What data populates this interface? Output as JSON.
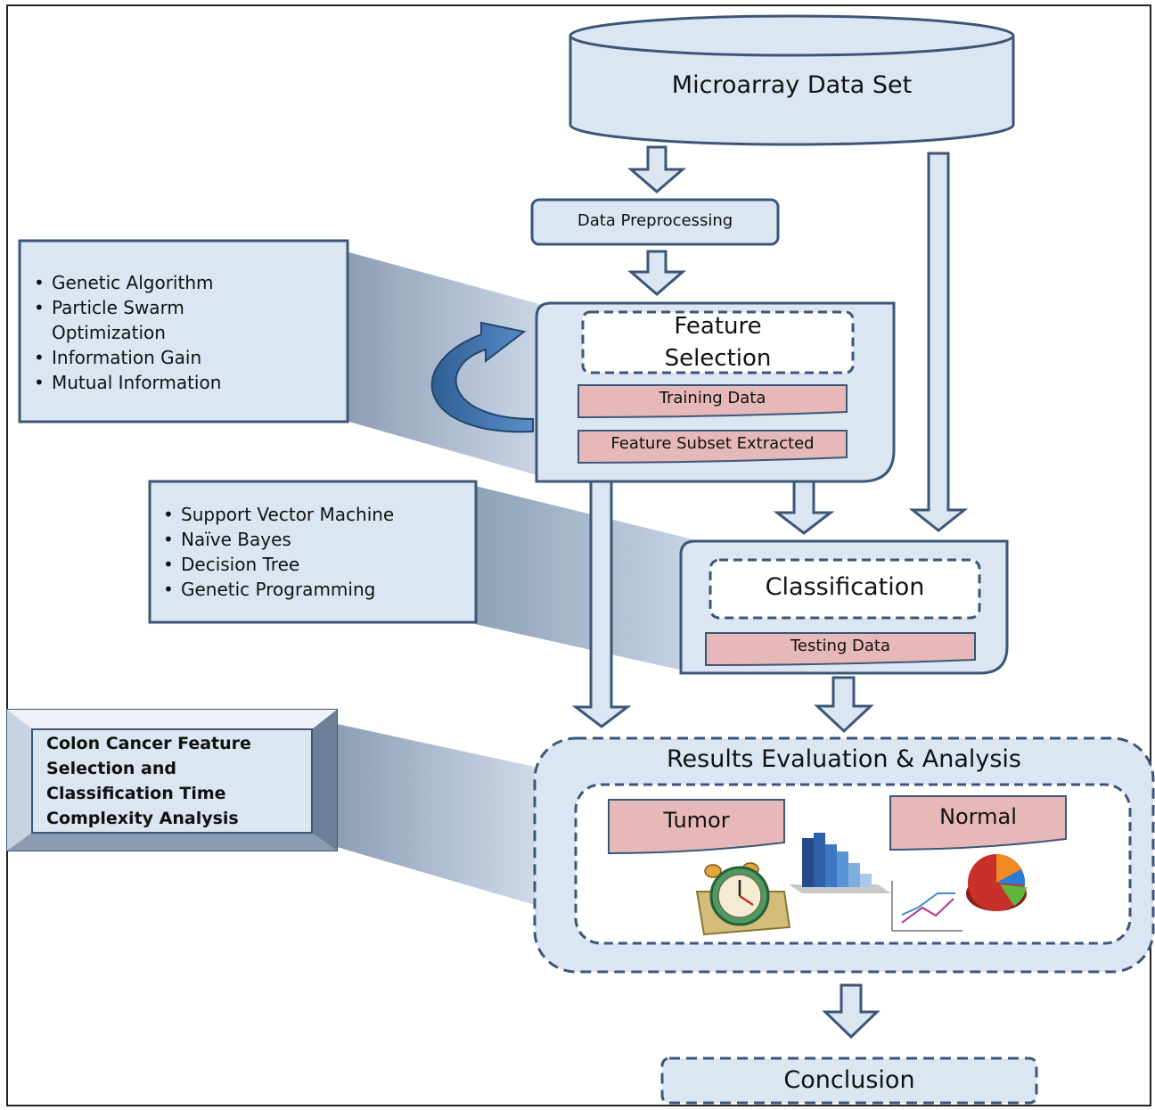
{
  "dataset": {
    "label": "Microarray Data Set"
  },
  "preprocessing": {
    "label": "Data Preprocessing"
  },
  "feature_selection": {
    "title_line1": "Feature",
    "title_line2": "Selection",
    "training": "Training Data",
    "subset": "Feature Subset Extracted",
    "methods": [
      "Genetic Algorithm",
      "Particle Swarm",
      "Optimization",
      "Information Gain",
      "Mutual Information"
    ]
  },
  "classification": {
    "title": "Classification",
    "testing": "Testing Data",
    "methods": [
      "Support Vector Machine",
      "Naïve Bayes",
      "Decision Tree",
      "Genetic Programming"
    ]
  },
  "results": {
    "title": "Results Evaluation & Analysis",
    "tumor": "Tumor",
    "normal": "Normal"
  },
  "analysis_note": {
    "lines": [
      "Colon Cancer Feature",
      "Selection and",
      "Classification Time",
      "Complexity Analysis"
    ]
  },
  "conclusion": {
    "label": "Conclusion"
  },
  "colors": {
    "box_fill": "#dce6f2",
    "box_stroke": "#3b5778",
    "pink_fill": "#e6b8b7",
    "arrow_fill": "#dce6f2",
    "curved_arrow": "#4f81bd"
  },
  "icons": [
    "clock-icon",
    "bar-chart-icon",
    "line-chart-icon",
    "pie-chart-icon"
  ]
}
